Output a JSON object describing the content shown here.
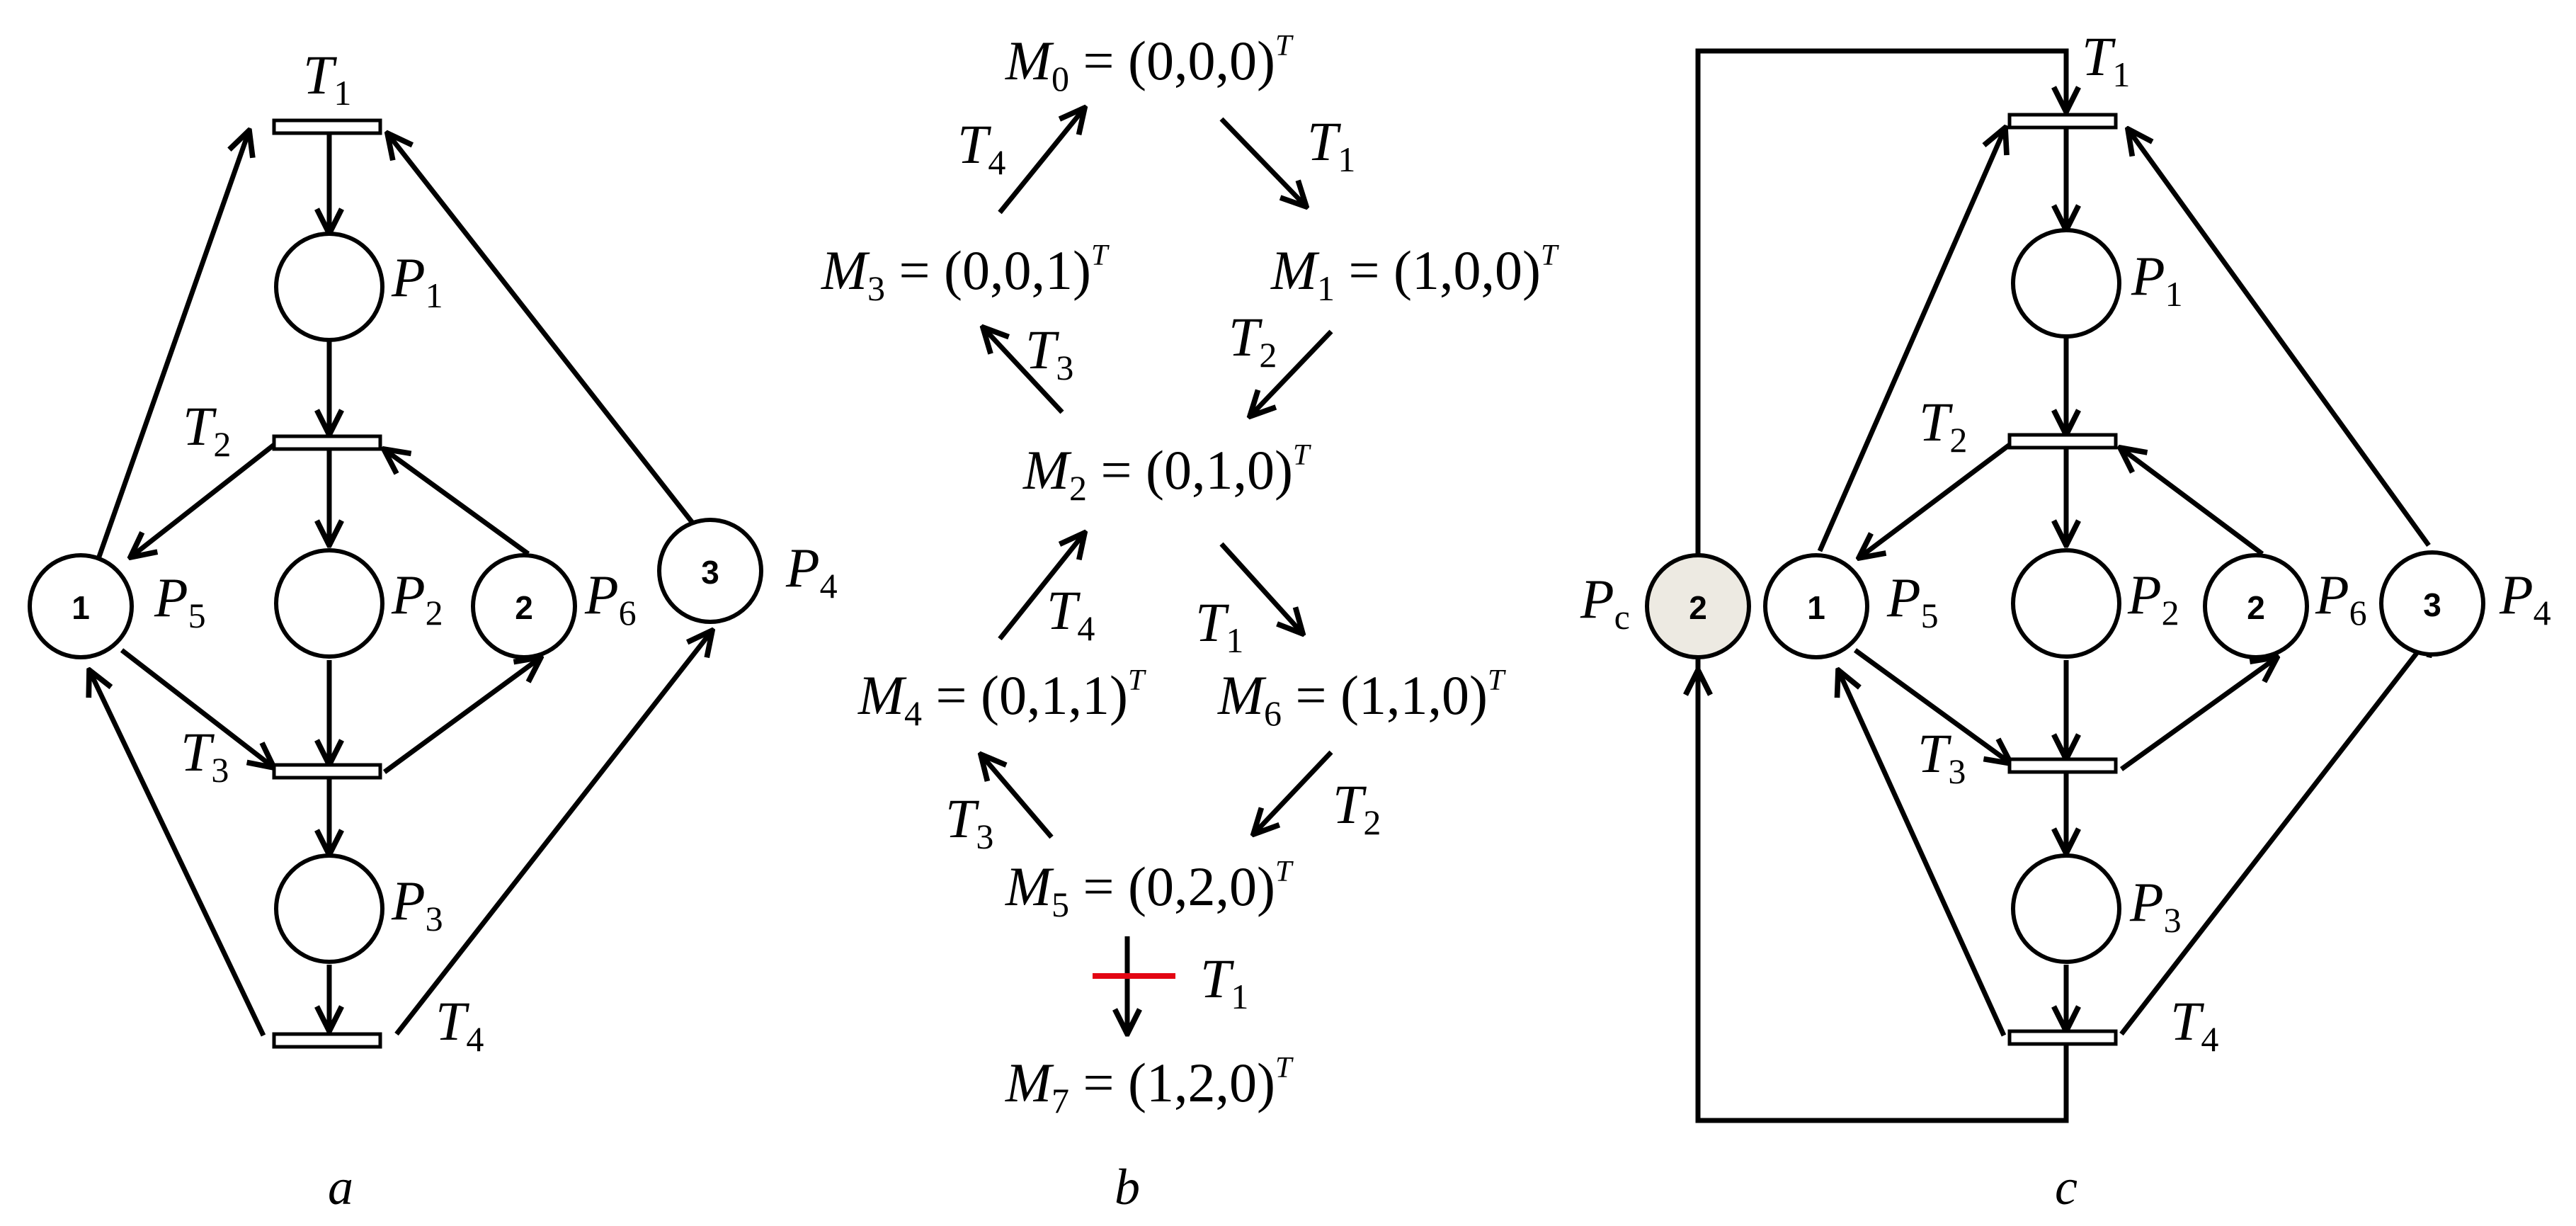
{
  "panel_a": {
    "caption": "a",
    "transitions": [
      {
        "name": "T",
        "sub": "1"
      },
      {
        "name": "T",
        "sub": "2"
      },
      {
        "name": "T",
        "sub": "3"
      },
      {
        "name": "T",
        "sub": "4"
      }
    ],
    "places": [
      {
        "name": "P",
        "sub": "1",
        "tokens": ""
      },
      {
        "name": "P",
        "sub": "2",
        "tokens": ""
      },
      {
        "name": "P",
        "sub": "3",
        "tokens": ""
      },
      {
        "name": "P",
        "sub": "4",
        "tokens": "3"
      },
      {
        "name": "P",
        "sub": "5",
        "tokens": "1"
      },
      {
        "name": "P",
        "sub": "6",
        "tokens": "2"
      }
    ]
  },
  "panel_b": {
    "caption": "b",
    "markings": [
      {
        "name": "M",
        "sub": "0",
        "eq": " = (0,0,0)",
        "sup": "T"
      },
      {
        "name": "M",
        "sub": "1",
        "eq": " = (1,0,0)",
        "sup": "T"
      },
      {
        "name": "M",
        "sub": "2",
        "eq": " = (0,1,0)",
        "sup": "T"
      },
      {
        "name": "M",
        "sub": "3",
        "eq": " = (0,0,1)",
        "sup": "T"
      },
      {
        "name": "M",
        "sub": "4",
        "eq": " = (0,1,1)",
        "sup": "T"
      },
      {
        "name": "M",
        "sub": "5",
        "eq": " = (0,2,0)",
        "sup": "T"
      },
      {
        "name": "M",
        "sub": "6",
        "eq": " = (1,1,0)",
        "sup": "T"
      },
      {
        "name": "M",
        "sub": "7",
        "eq": " = (1,2,0)",
        "sup": "T"
      }
    ],
    "edges": [
      {
        "name": "T",
        "sub": "1"
      },
      {
        "name": "T",
        "sub": "2"
      },
      {
        "name": "T",
        "sub": "3"
      },
      {
        "name": "T",
        "sub": "4"
      },
      {
        "name": "T",
        "sub": "4"
      },
      {
        "name": "T",
        "sub": "1"
      },
      {
        "name": "T",
        "sub": "3"
      },
      {
        "name": "T",
        "sub": "2"
      },
      {
        "name": "T",
        "sub": "1"
      }
    ],
    "blocked_color": "#e30613"
  },
  "panel_c": {
    "caption": "c",
    "transitions": [
      {
        "name": "T",
        "sub": "1"
      },
      {
        "name": "T",
        "sub": "2"
      },
      {
        "name": "T",
        "sub": "3"
      },
      {
        "name": "T",
        "sub": "4"
      }
    ],
    "places": [
      {
        "name": "P",
        "sub": "1",
        "tokens": ""
      },
      {
        "name": "P",
        "sub": "2",
        "tokens": ""
      },
      {
        "name": "P",
        "sub": "3",
        "tokens": ""
      },
      {
        "name": "P",
        "sub": "4",
        "tokens": "3"
      },
      {
        "name": "P",
        "sub": "5",
        "tokens": "1"
      },
      {
        "name": "P",
        "sub": "6",
        "tokens": "2"
      },
      {
        "name": "P",
        "sub": "c",
        "tokens": "2"
      }
    ],
    "control_place_fill": "#edeae2"
  }
}
